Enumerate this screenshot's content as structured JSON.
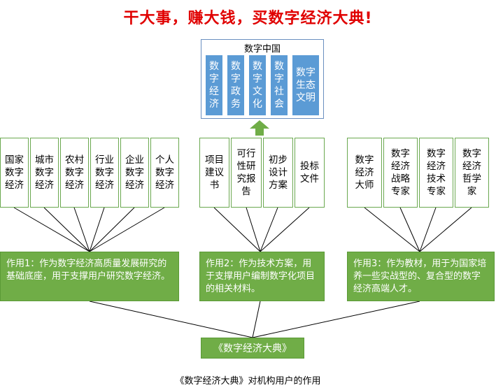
{
  "headline": "干大事，赚大钱，买数字经济大典!",
  "top": {
    "title": "数字中国",
    "items": [
      "数字经济",
      "数字政务",
      "数字文化",
      "数字社会",
      "数字生态文明"
    ]
  },
  "group1": {
    "boxes": [
      "国家数字经济",
      "城市数字经济",
      "农村数字经济",
      "行业数字经济",
      "企业数字经济",
      "个人数字经济"
    ],
    "role": "作用1：作为数字经济高质量发展研究的基础底座，用于支撑用户研究数字经济。"
  },
  "group2": {
    "boxes": [
      "项目建议书",
      "可行性研究报告",
      "初步设计方案",
      "投标文件"
    ],
    "role": "作用2：作为技术方案，用于支撑用户编制数字化项目的相关材料。"
  },
  "group3": {
    "boxes": [
      "数字经济大师",
      "数字经济战略专家",
      "数字经济技术专家",
      "数字经济哲学家"
    ],
    "role": "作用3：作为教材，用于为国家培养一些实战型的、复合型的数字经济高端人才。"
  },
  "root": "《数字经济大典》",
  "caption": "《数字经济大典》对机构用户的作用"
}
